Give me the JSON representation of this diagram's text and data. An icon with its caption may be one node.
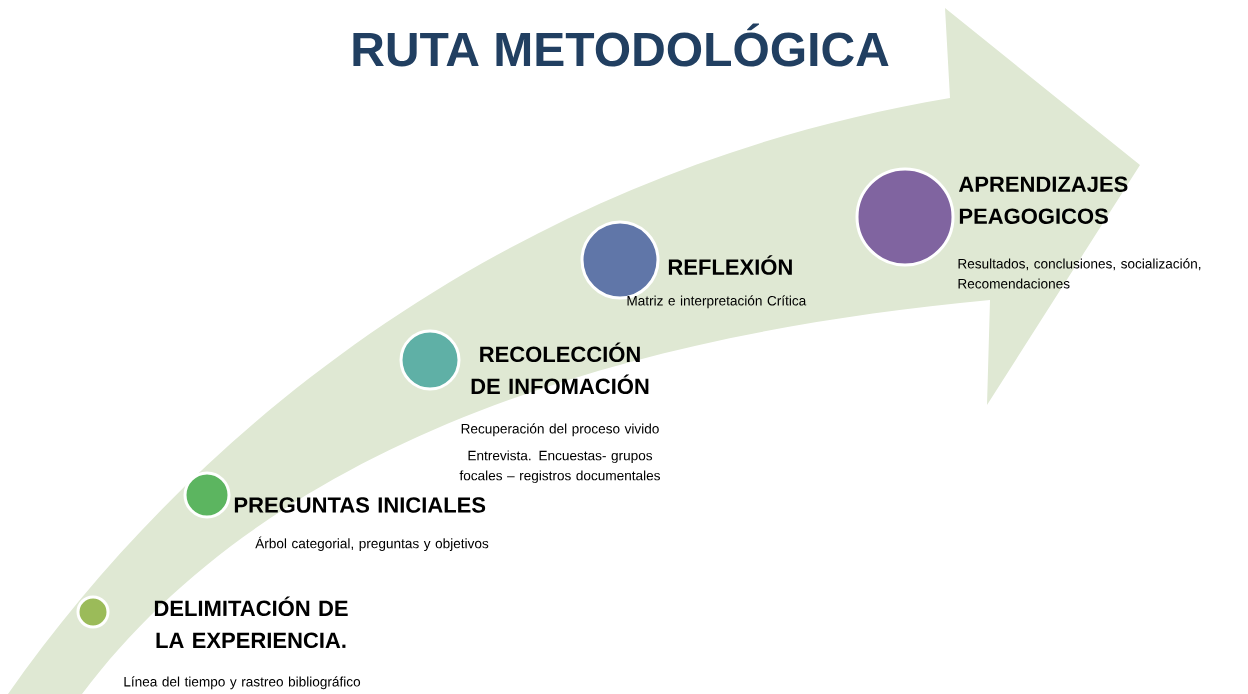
{
  "diagram": {
    "title": "RUTA METODOLÓGICA",
    "nodes": [
      {
        "text": [
          "DELIMITACIÓN DE LA EXPERIENCIA.",
          "Línea del tiempo y rastreo bibliográfico"
        ]
      },
      {
        "text": [
          "PREGUNTAS INICIALES",
          "Árbol categorial, preguntas y objetivos"
        ]
      },
      {
        "text": [
          "RECOLECCIÓN DE INFOMACIÓN",
          "Recuperación del proceso vivido",
          "Entrevista. Encuestas- grupos focales – registros documentales"
        ]
      },
      {
        "text": [
          "REFLEXIÓN",
          "Matriz e interpretación Crítica"
        ]
      },
      {
        "text": [
          "APRENDIZAJES PEAGOGICOS",
          "Resultados, conclusiones, socialización, Recomendaciones"
        ]
      }
    ]
  }
}
